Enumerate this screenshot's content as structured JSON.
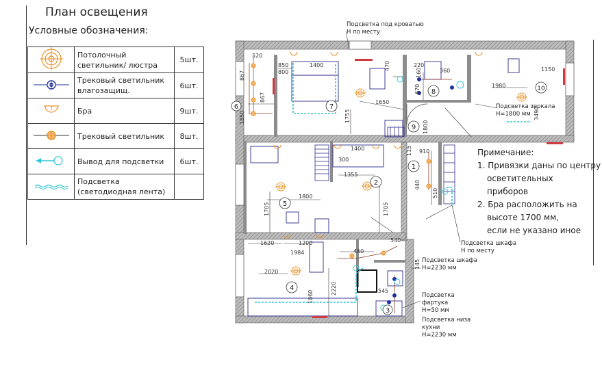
{
  "header": {
    "title": "План освещения",
    "subtitle": "Условные обозначения:"
  },
  "legend": [
    {
      "icon": "ceiling-light-icon",
      "label": "Потолочный светильник/ люстра",
      "count": "5шт."
    },
    {
      "icon": "track-light-waterproof-icon",
      "label": "Трековый светильник влагозащищ.",
      "count": "6шт."
    },
    {
      "icon": "sconce-icon",
      "label": "Бра",
      "count": "9шт."
    },
    {
      "icon": "track-light-icon",
      "label": "Трековый светильник",
      "count": "8шт."
    },
    {
      "icon": "lighting-outlet-icon",
      "label": "Вывод для подсветки",
      "count": "6шт."
    },
    {
      "icon": "led-strip-icon",
      "label": "Подсветка (светодиодная лента)",
      "count": ""
    }
  ],
  "notes": {
    "heading": "Примечание:",
    "lines": [
      "1. Привязки даны по центру",
      "осветительных",
      "приборов",
      "2. Бра расположить на",
      "высоте 1700 мм,",
      "если не указано иное"
    ]
  },
  "callouts": {
    "bed": [
      "Подсветка под кроватью",
      "Н по месту"
    ],
    "mirror": [
      "Подсветка зеркала",
      "Н=1800 мм"
    ],
    "wardrobe1": [
      "Подсветка шкафа",
      "Н по месту"
    ],
    "wardrobe2": [
      "Подсветка шкафа",
      "Н=2230 мм"
    ],
    "apron": [
      "Подсветка",
      "фартука",
      "Н=50 мм"
    ],
    "kitchen_bottom": [
      "Подсветка низа",
      "кухни",
      "Н=2230 мм"
    ]
  },
  "rooms": [
    "1",
    "2",
    "3",
    "4",
    "5",
    "6",
    "7",
    "8",
    "9",
    "10"
  ],
  "dimensions": [
    "520",
    "850",
    "1400",
    "800",
    "867",
    "867",
    "1850",
    "1650",
    "1755",
    "220",
    "360",
    "670",
    "470",
    "1980",
    "1150",
    "1800",
    "1400",
    "1355",
    "300",
    "1800",
    "1705",
    "1705",
    "115",
    "910",
    "440",
    "510",
    "1620",
    "1200",
    "1984",
    "2020",
    "1860",
    "2220",
    "450",
    "540",
    "145",
    "545",
    "3490",
    "160"
  ],
  "colors": {
    "wall": "#8c8c8c",
    "led": "#2bc4d6",
    "track": "#e8922a",
    "ceiling": "#e8922a",
    "waterproof": "#1f2f9e",
    "dim": "#333333",
    "accent": "#d0393f"
  }
}
